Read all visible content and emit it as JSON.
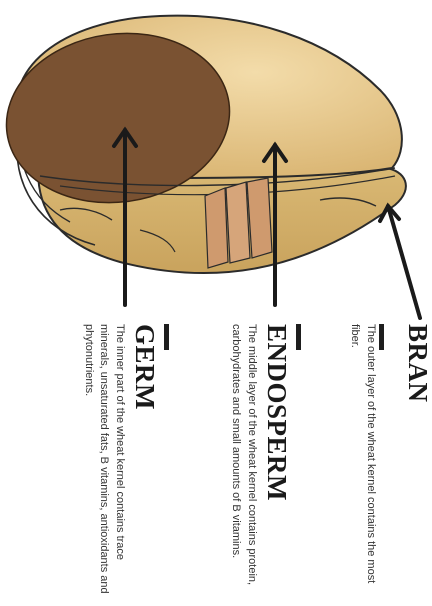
{
  "colors": {
    "bran_outer": "#d4b26a",
    "bran_stroke": "#2b2b2b",
    "endosperm": "#e4c88a",
    "germ": "#7a5232",
    "flap_tan": "#cf9a6e",
    "arrow": "#1a1a1a"
  },
  "labels": {
    "bran": {
      "title": "BRAN",
      "description": "The outer layer of the wheat kernel contains the most fiber."
    },
    "endosperm": {
      "title": "ENDOSPERM",
      "description": "The middle layer of the wheat kernel contains protein, carbohydrates and small amounts of B vitamins."
    },
    "germ": {
      "title": "GERM",
      "description": "The inner part of the wheat kernel contains trace minerals, unsaturated fats, B vitamins, antioxidants and phytonutrients."
    }
  }
}
